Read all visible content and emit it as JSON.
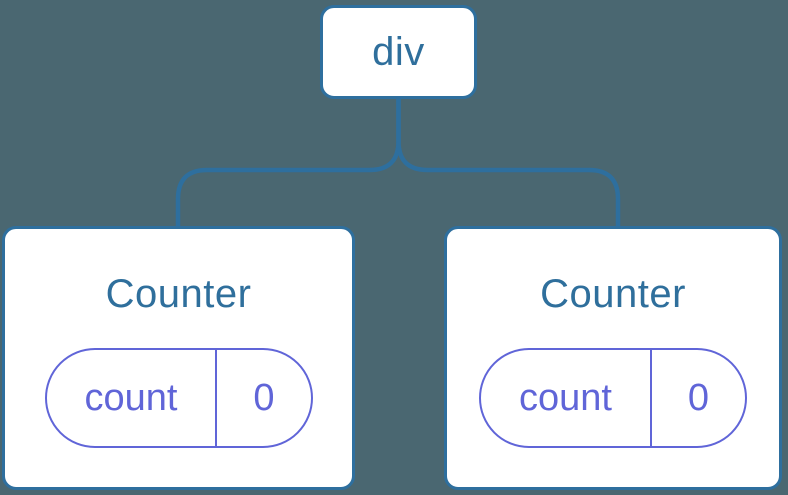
{
  "diagram": {
    "background_color": "#4a6771",
    "colors": {
      "node_border_blue": "#2e6f9e",
      "label_text_blue": "#2f6f9c",
      "state_purple": "#6065d8",
      "card_background": "#ffffff"
    },
    "root": {
      "label": "div"
    },
    "children": [
      {
        "title": "Counter",
        "state": {
          "name": "count",
          "value": "0"
        }
      },
      {
        "title": "Counter",
        "state": {
          "name": "count",
          "value": "0"
        }
      }
    ]
  }
}
